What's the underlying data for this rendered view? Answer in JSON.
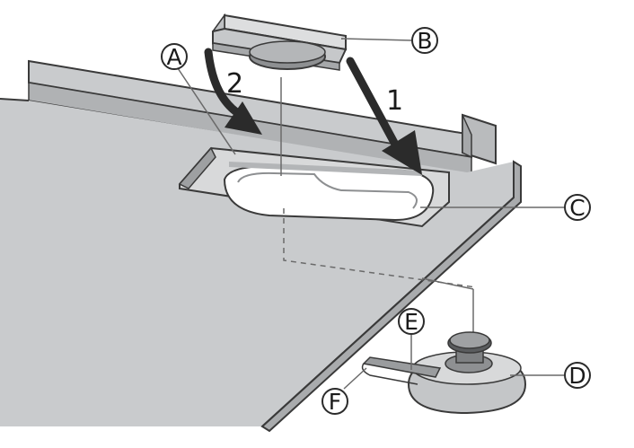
{
  "callouts": {
    "a": "A",
    "b": "B",
    "c": "C",
    "d": "D",
    "e": "E",
    "f": "F"
  },
  "steps": {
    "first": "1",
    "second": "2"
  },
  "colors": {
    "panel_top": "#c9cbcd",
    "panel_edge": "#a9abad",
    "rail": "#b9bbbd",
    "outline": "#3a3a3a",
    "arrow": "#2b2b2b",
    "leader": "#6a6a6a",
    "background": "#ffffff"
  }
}
